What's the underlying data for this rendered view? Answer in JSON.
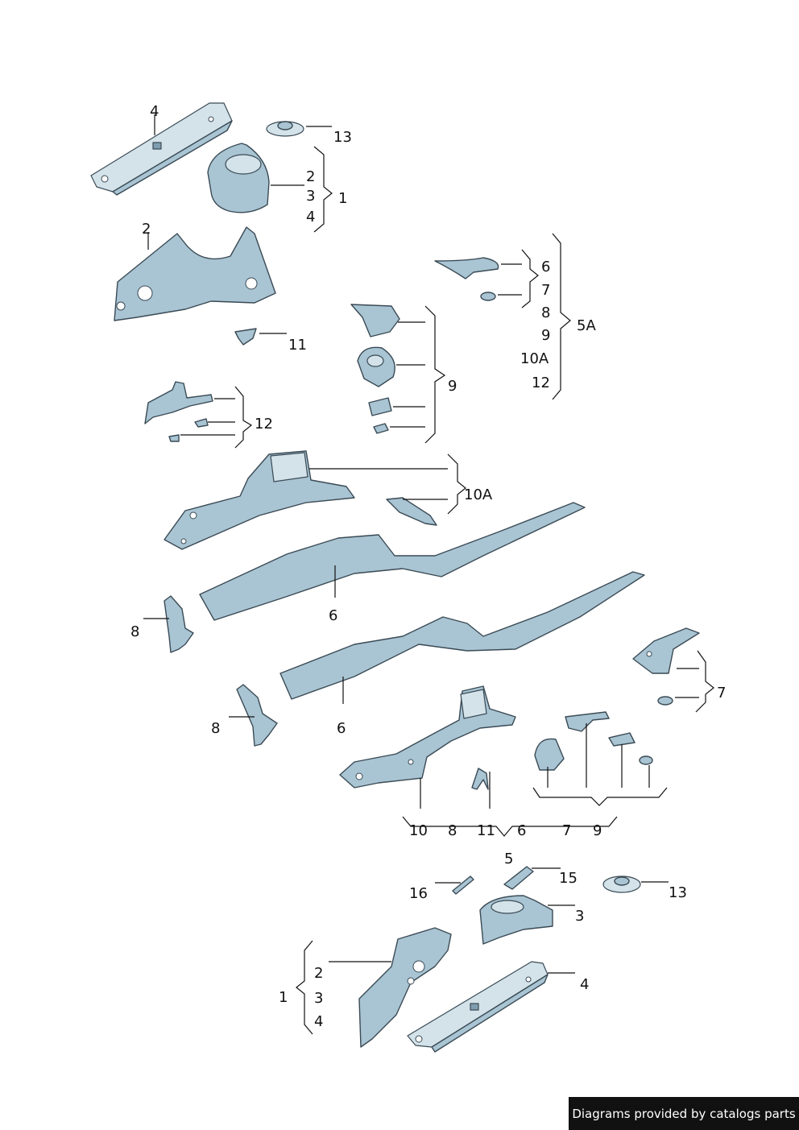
{
  "callouts": {
    "top_4": "4",
    "top_13": "13",
    "top_2": "2",
    "top_3": "3",
    "top_4b": "4",
    "top_1": "1",
    "left_2": "2",
    "left_11": "11",
    "left_12": "12",
    "r_6": "6",
    "r_7": "7",
    "r_8": "8",
    "r_9": "9",
    "r_10a": "10A",
    "r_12": "12",
    "r_5a": "5A",
    "mid_9": "9",
    "mid_10a": "10A",
    "rail_6a": "6",
    "rail_6b": "6",
    "brk_8a": "8",
    "brk_8b": "8",
    "right_7": "7",
    "row_10": "10",
    "row_8": "8",
    "row_11": "11",
    "row_6": "6",
    "row_7": "7",
    "row_9": "9",
    "bot_5": "5",
    "bot_15": "15",
    "bot_16": "16",
    "bot_13": "13",
    "bot_3": "3",
    "bot_2": "2",
    "bot_3b": "3",
    "bot_4b": "4",
    "bot_1": "1",
    "bot_4": "4"
  },
  "footer": {
    "text": "Diagrams provided by catalogs parts"
  }
}
